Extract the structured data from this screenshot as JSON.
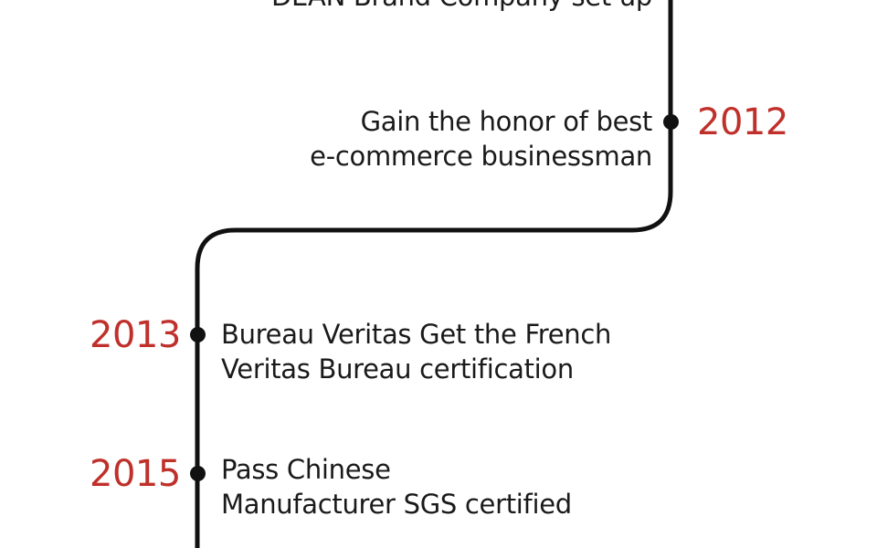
{
  "colors": {
    "accent": "#c0302b",
    "line": "#111111",
    "text": "#1a1a1a"
  },
  "events": [
    {
      "id": "dean-setup",
      "year": "",
      "text": [
        "DEAN Brand Company set up"
      ]
    },
    {
      "id": "2012",
      "year": "2012",
      "text": [
        "Gain the honor of best",
        "e-commerce businessman"
      ]
    },
    {
      "id": "2013",
      "year": "2013",
      "text": [
        "Bureau  Veritas Get the French",
        "Veritas Bureau certification"
      ]
    },
    {
      "id": "2015",
      "year": "2015",
      "text": [
        "Pass Chinese",
        "Manufacturer SGS certified"
      ]
    }
  ]
}
